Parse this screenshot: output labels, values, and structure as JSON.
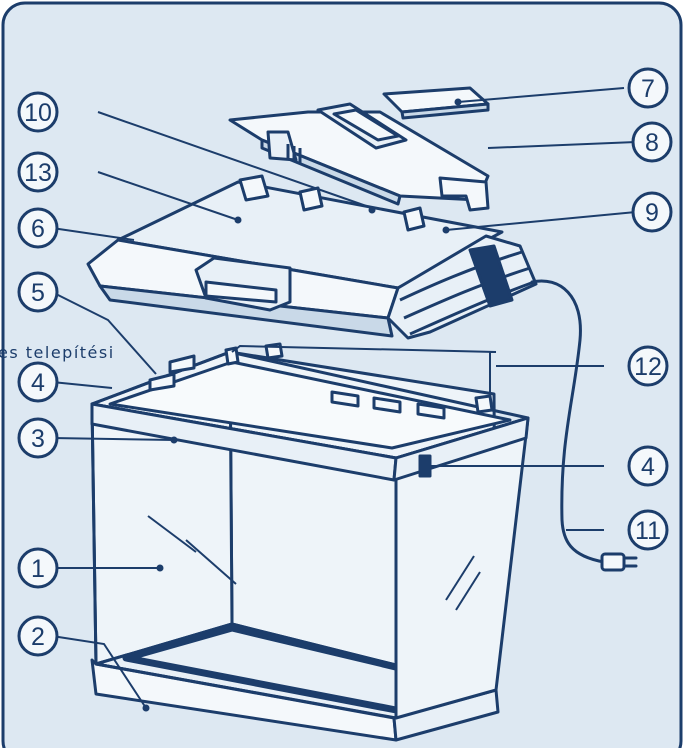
{
  "colors": {
    "ink": "#1c3d6b",
    "panel_bg": "#dde8f2",
    "panel_border": "#1c3d6b",
    "part_fill": "#e8f0f7",
    "part_fill_light": "#f4f8fb",
    "glass_fill": "#eef4f9"
  },
  "overlay_text": "es telepítési",
  "callouts": [
    {
      "id": "callout-1",
      "number": "1"
    },
    {
      "id": "callout-2",
      "number": "2"
    },
    {
      "id": "callout-3",
      "number": "3"
    },
    {
      "id": "callout-4a",
      "number": "4"
    },
    {
      "id": "callout-4b",
      "number": "4"
    },
    {
      "id": "callout-5",
      "number": "5"
    },
    {
      "id": "callout-6",
      "number": "6"
    },
    {
      "id": "callout-7",
      "number": "7"
    },
    {
      "id": "callout-8",
      "number": "8"
    },
    {
      "id": "callout-9",
      "number": "9"
    },
    {
      "id": "callout-10",
      "number": "10"
    },
    {
      "id": "callout-11",
      "number": "11"
    },
    {
      "id": "callout-12",
      "number": "12"
    },
    {
      "id": "callout-13",
      "number": "13"
    }
  ]
}
